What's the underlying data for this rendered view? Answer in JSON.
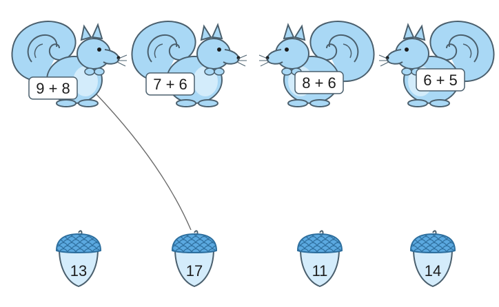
{
  "squirrels": [
    {
      "expression": "9 + 8",
      "facing": "right"
    },
    {
      "expression": "7 + 6",
      "facing": "right"
    },
    {
      "expression": "8 + 6",
      "facing": "left"
    },
    {
      "expression": "6 + 5",
      "facing": "left"
    }
  ],
  "acorns": [
    {
      "value": "13"
    },
    {
      "value": "17"
    },
    {
      "value": "11"
    },
    {
      "value": "14"
    }
  ],
  "connections": [
    {
      "from_squirrel": 0,
      "to_acorn": 1
    }
  ],
  "colors": {
    "body": "#a9d8f5",
    "body_light": "#d3ecfb",
    "outline": "#4a5f6d",
    "acorn_cap": "#5ba9e0",
    "acorn_nut": "#d4ecfb",
    "label_bg": "#ffffff"
  }
}
